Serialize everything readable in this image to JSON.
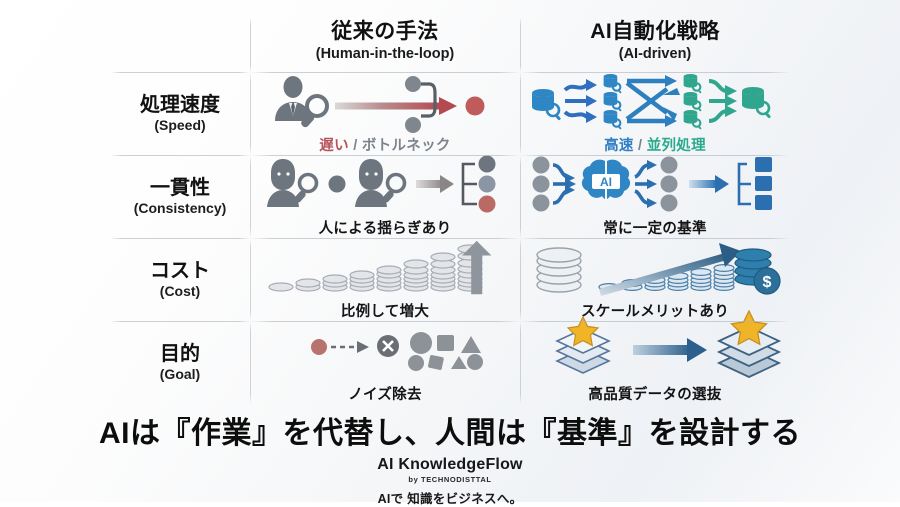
{
  "headers": {
    "row_label_col": "",
    "col_left": {
      "ja": "従来の手法",
      "en": "(Human-in-the-loop)"
    },
    "col_right": {
      "ja": "AI自動化戦略",
      "en": "(AI-driven)"
    }
  },
  "rows": [
    {
      "label_ja": "処理速度",
      "label_en": "(Speed)",
      "left": {
        "caption_1": "遅い",
        "caption_sep": " / ",
        "caption_2": "ボトルネック",
        "caption_1_color": "#b5555b",
        "caption_2_color": "#7d838d",
        "icons": [
          "person-magnifier-icon",
          "gradient-arrow-icon",
          "node-converge-icon",
          "red-dot-icon"
        ]
      },
      "right": {
        "caption_1": "高速",
        "caption_sep": " / ",
        "caption_2": "並列処理",
        "caption_1_color": "#2f7fc4",
        "caption_2_color": "#2aa98e",
        "icons": [
          "database-search-icon",
          "blue-fanout-arrows-icon",
          "crossing-arrows-icon",
          "teal-converge-arrows-icon"
        ]
      }
    },
    {
      "label_ja": "一貫性",
      "label_en": "(Consistency)",
      "left": {
        "caption_1": "人による揺らぎあり",
        "caption_sep": "",
        "caption_2": "",
        "caption_1_color": "#141414",
        "caption_2_color": "#141414",
        "icons": [
          "woman-magnifier-icon",
          "man-magnifier-icon",
          "gray-arrow-icon",
          "branch-varied-dots-icon"
        ]
      },
      "right": {
        "caption_1": "常に一定の基準",
        "caption_sep": "",
        "caption_2": "",
        "caption_1_color": "#141414",
        "caption_2_color": "#141414",
        "icons": [
          "gray-dots-icon",
          "ai-brain-icon",
          "blue-arrow-icon",
          "uniform-blue-squares-icon"
        ]
      }
    },
    {
      "label_ja": "コスト",
      "label_en": "(Cost)",
      "left": {
        "caption_1": "比例して増大",
        "caption_sep": "",
        "caption_2": "",
        "caption_1_color": "#141414",
        "caption_2_color": "#141414",
        "icons": [
          "rising-coin-stacks-icon",
          "gray-up-arrow-icon"
        ]
      },
      "right": {
        "caption_1": "スケールメリットあり",
        "caption_sep": "",
        "caption_2": "",
        "caption_1_color": "#141414",
        "caption_2_color": "#141414",
        "icons": [
          "coin-stack-icon",
          "rising-small-coins-icon",
          "blue-trend-arrow-icon",
          "money-coins-dollar-icon"
        ]
      }
    },
    {
      "label_ja": "目的",
      "label_en": "(Goal)",
      "left": {
        "caption_1": "ノイズ除去",
        "caption_sep": "",
        "caption_2": "",
        "caption_1_color": "#141414",
        "caption_2_color": "#141414",
        "icons": [
          "red-dot-icon",
          "dashed-arrow-icon",
          "cross-circle-icon",
          "noise-rubble-icon"
        ]
      },
      "right": {
        "caption_1": "高品質データの選抜",
        "caption_sep": "",
        "caption_2": "",
        "caption_1_color": "#141414",
        "caption_2_color": "#141414",
        "icons": [
          "star-stack-icon",
          "blue-arrow-icon",
          "star-stack-large-icon"
        ]
      }
    }
  ],
  "headline": "AIは『作業』を代替し、人間は『基準』を設計する",
  "brand": {
    "name": "AI KnowledgeFlow",
    "by": "by TECHNODISTTAL",
    "tagline": "AIで 知識をビジネスへ。"
  },
  "colors": {
    "accent_blue": "#2f7fc4",
    "accent_teal": "#2aa98e",
    "accent_red": "#b5555b",
    "gray": "#7d838d",
    "deep_blue": "#2e6ea6"
  }
}
